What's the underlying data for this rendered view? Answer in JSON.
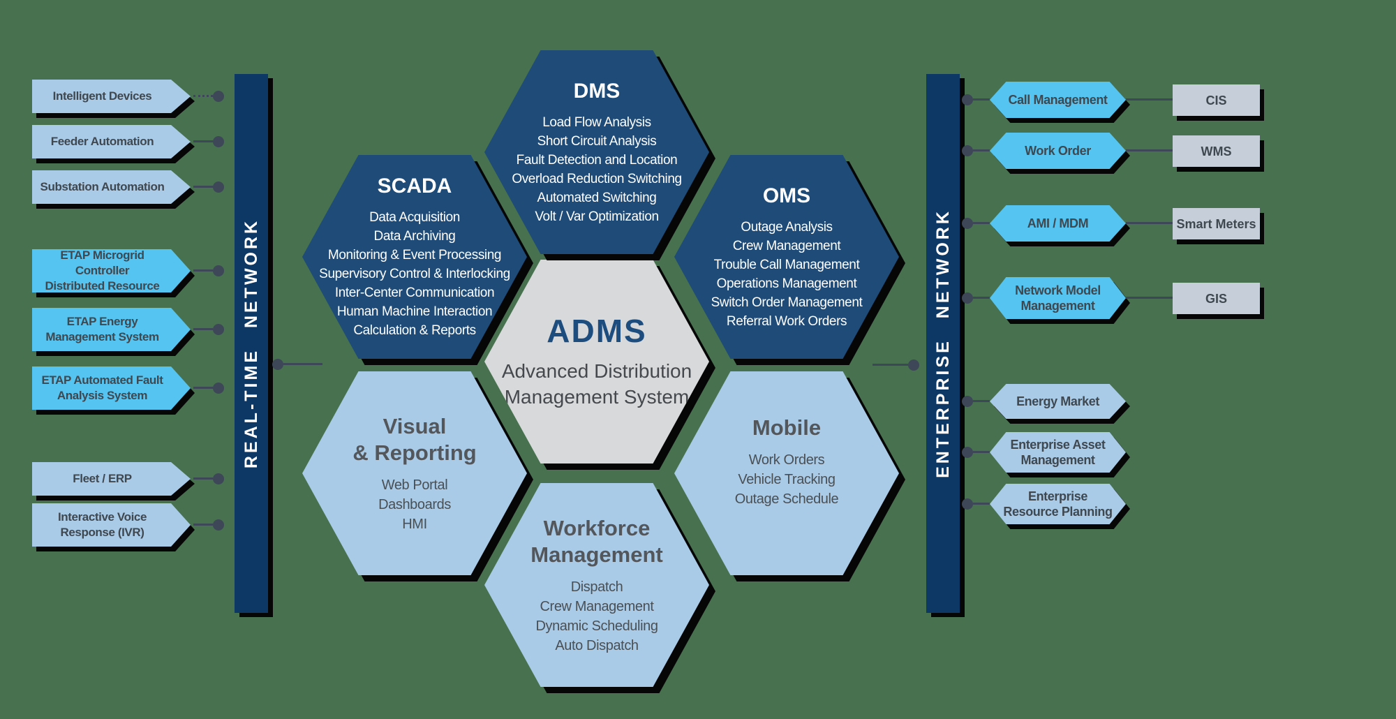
{
  "title": "ADMS — Advanced Distribution Management System architecture",
  "colors": {
    "background": "#47714f",
    "navy_hex": "#1e4b78",
    "bar_navy": "#0d3765",
    "light_blue": "#a9cbe7",
    "cyan": "#55c4f0",
    "gray_box": "#c5ced9",
    "gray_hex": "#d8d9da",
    "dark_text": "#3f474f",
    "connector": "#3d4757",
    "adms_title": "#1d4d7f"
  },
  "bars": {
    "left": "REAL-TIME NETWORK",
    "right": "ENTERPRISE NETWORK"
  },
  "left_sources": [
    "Intelligent Devices",
    "Feeder Automation",
    "Substation Automation",
    "ETAP Microgrid Controller\nDistributed Resource",
    "ETAP Energy\nManagement System",
    "ETAP Automated Fault\nAnalysis System",
    "Fleet / ERP",
    "Interactive Voice\nResponse (IVR)"
  ],
  "hexagons": {
    "scada": {
      "title": "SCADA",
      "items": [
        "Data Acquisition",
        "Data Archiving",
        "Monitoring & Event Processing",
        "Supervisory Control & Interlocking",
        "Inter-Center Communication",
        "Human Machine Interaction",
        "Calculation & Reports"
      ]
    },
    "dms": {
      "title": "DMS",
      "items": [
        "Load Flow Analysis",
        "Short Circuit Analysis",
        "Fault Detection and Location",
        "Overload Reduction Switching",
        "Automated Switching",
        "Volt / Var Optimization"
      ]
    },
    "oms": {
      "title": "OMS",
      "items": [
        "Outage Analysis",
        "Crew Management",
        "Trouble Call Management",
        "Operations Management",
        "Switch Order Management",
        "Referral Work Orders"
      ]
    },
    "adms": {
      "title": "ADMS",
      "subtitle": "Advanced Distribution\nManagement System"
    },
    "visual_reporting": {
      "title": "Visual\n& Reporting",
      "items": [
        "Web Portal",
        "Dashboards",
        "HMI"
      ]
    },
    "workforce": {
      "title": "Workforce\nManagement",
      "items": [
        "Dispatch",
        "Crew Management",
        "Dynamic Scheduling",
        "Auto Dispatch"
      ]
    },
    "mobile": {
      "title": "Mobile",
      "items": [
        "Work Orders",
        "Vehicle Tracking",
        "Outage Schedule"
      ]
    }
  },
  "right_systems": [
    "Call Management",
    "Work Order",
    "AMI / MDM",
    "Network Model\nManagement",
    "Energy Market",
    "Enterprise Asset\nManagement",
    "Enterprise\nResource Planning"
  ],
  "enterprise_apps": [
    "CIS",
    "WMS",
    "Smart Meters",
    "GIS"
  ]
}
